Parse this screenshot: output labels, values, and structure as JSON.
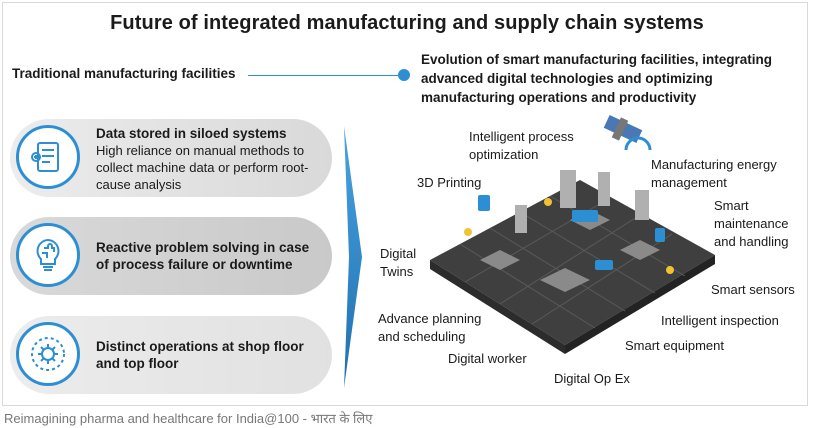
{
  "title": "Future of integrated manufacturing and supply chain systems",
  "timeline": {
    "left_label": "Traditional manufacturing facilities",
    "right_label": "Evolution of smart manufacturing facilities, integrating advanced digital technologies and optimizing manufacturing operations and productivity"
  },
  "traditional_items": [
    {
      "icon": "document-list-icon",
      "title": "Data stored in siloed systems",
      "desc": "High reliance on manual methods to collect machine data or perform root-cause analysis"
    },
    {
      "icon": "lightbulb-puzzle-icon",
      "title": "Reactive problem solving in case of process failure or downtime",
      "desc": ""
    },
    {
      "icon": "gear-network-icon",
      "title": "Distinct operations at shop floor and top floor",
      "desc": ""
    }
  ],
  "smart_labels": {
    "intelligent_process": "Intelligent process optimization",
    "printing_3d": "3D Printing",
    "energy": "Manufacturing energy management",
    "maintenance": "Smart maintenance and handling",
    "twins": "Digital Twins",
    "sensors": "Smart sensors",
    "planning": "Advance planning and scheduling",
    "inspection": "Intelligent inspection",
    "equipment": "Smart equipment",
    "worker": "Digital worker",
    "opex": "Digital Op Ex"
  },
  "colors": {
    "accent": "#2d8fd3",
    "card_grey": "#d9d9d9",
    "floor": "#4a4a4a"
  },
  "caption": "Reimagining pharma and healthcare for India@100 - भारत के लिए"
}
